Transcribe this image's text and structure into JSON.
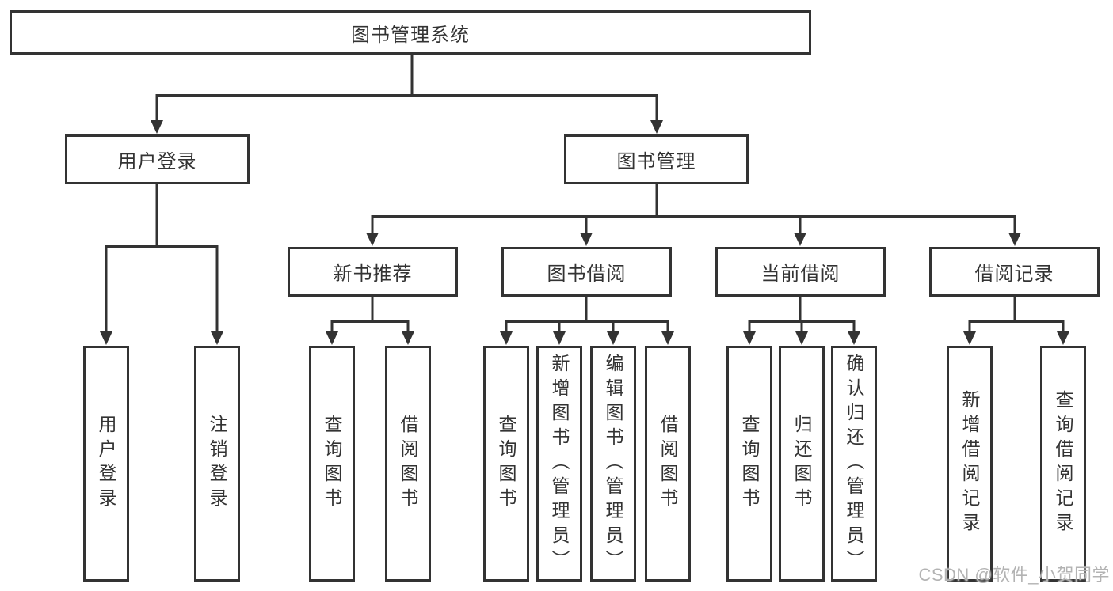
{
  "tree": {
    "root": {
      "label": "图书管理系统"
    },
    "branches": [
      {
        "label": "用户登录",
        "children": [
          {
            "label": "用户登录"
          },
          {
            "label": "注销登录"
          }
        ]
      },
      {
        "label": "图书管理",
        "groups": [
          {
            "label": "新书推荐",
            "children": [
              {
                "label": "查询图书"
              },
              {
                "label": "借阅图书"
              }
            ]
          },
          {
            "label": "图书借阅",
            "children": [
              {
                "label": "查询图书"
              },
              {
                "label": "新增图书（管理员）"
              },
              {
                "label": "编辑图书（管理员）"
              },
              {
                "label": "借阅图书"
              }
            ]
          },
          {
            "label": "当前借阅",
            "children": [
              {
                "label": "查询图书"
              },
              {
                "label": "归还图书"
              },
              {
                "label": "确认归还（管理员）"
              }
            ]
          },
          {
            "label": "借阅记录",
            "children": [
              {
                "label": "新增借阅记录"
              },
              {
                "label": "查询借阅记录"
              }
            ]
          }
        ]
      }
    ]
  },
  "watermark": {
    "text": "CSDN @软件_小贺同学"
  },
  "colors": {
    "line": "#333333",
    "box_border": "#333333",
    "box_background": "#ffffff",
    "text": "#333333",
    "watermark": "#b3b3b3",
    "page_background": "#ffffff"
  }
}
